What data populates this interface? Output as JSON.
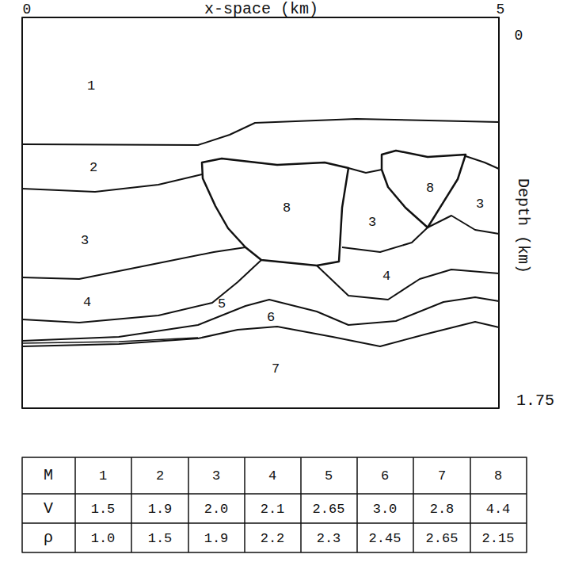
{
  "diagram": {
    "labels": [
      "0",
      "x-space (km)",
      "5",
      "0",
      "Depth (km)",
      "1.75",
      "1",
      "2",
      "8",
      "3",
      "8",
      "3",
      "3",
      "4",
      "4",
      "5",
      "6",
      "7",
      "M",
      "1",
      "2",
      "3",
      "4",
      "5",
      "6",
      "7",
      "8",
      "V",
      "1.5",
      "1.9",
      "2.0",
      "2.1",
      "2.65",
      "3.0",
      "2.8",
      "4.4",
      "ρ",
      "1.0",
      "1.5",
      "1.9",
      "2.2",
      "2.3",
      "2.45",
      "2.65",
      "2.15"
    ]
  }
}
